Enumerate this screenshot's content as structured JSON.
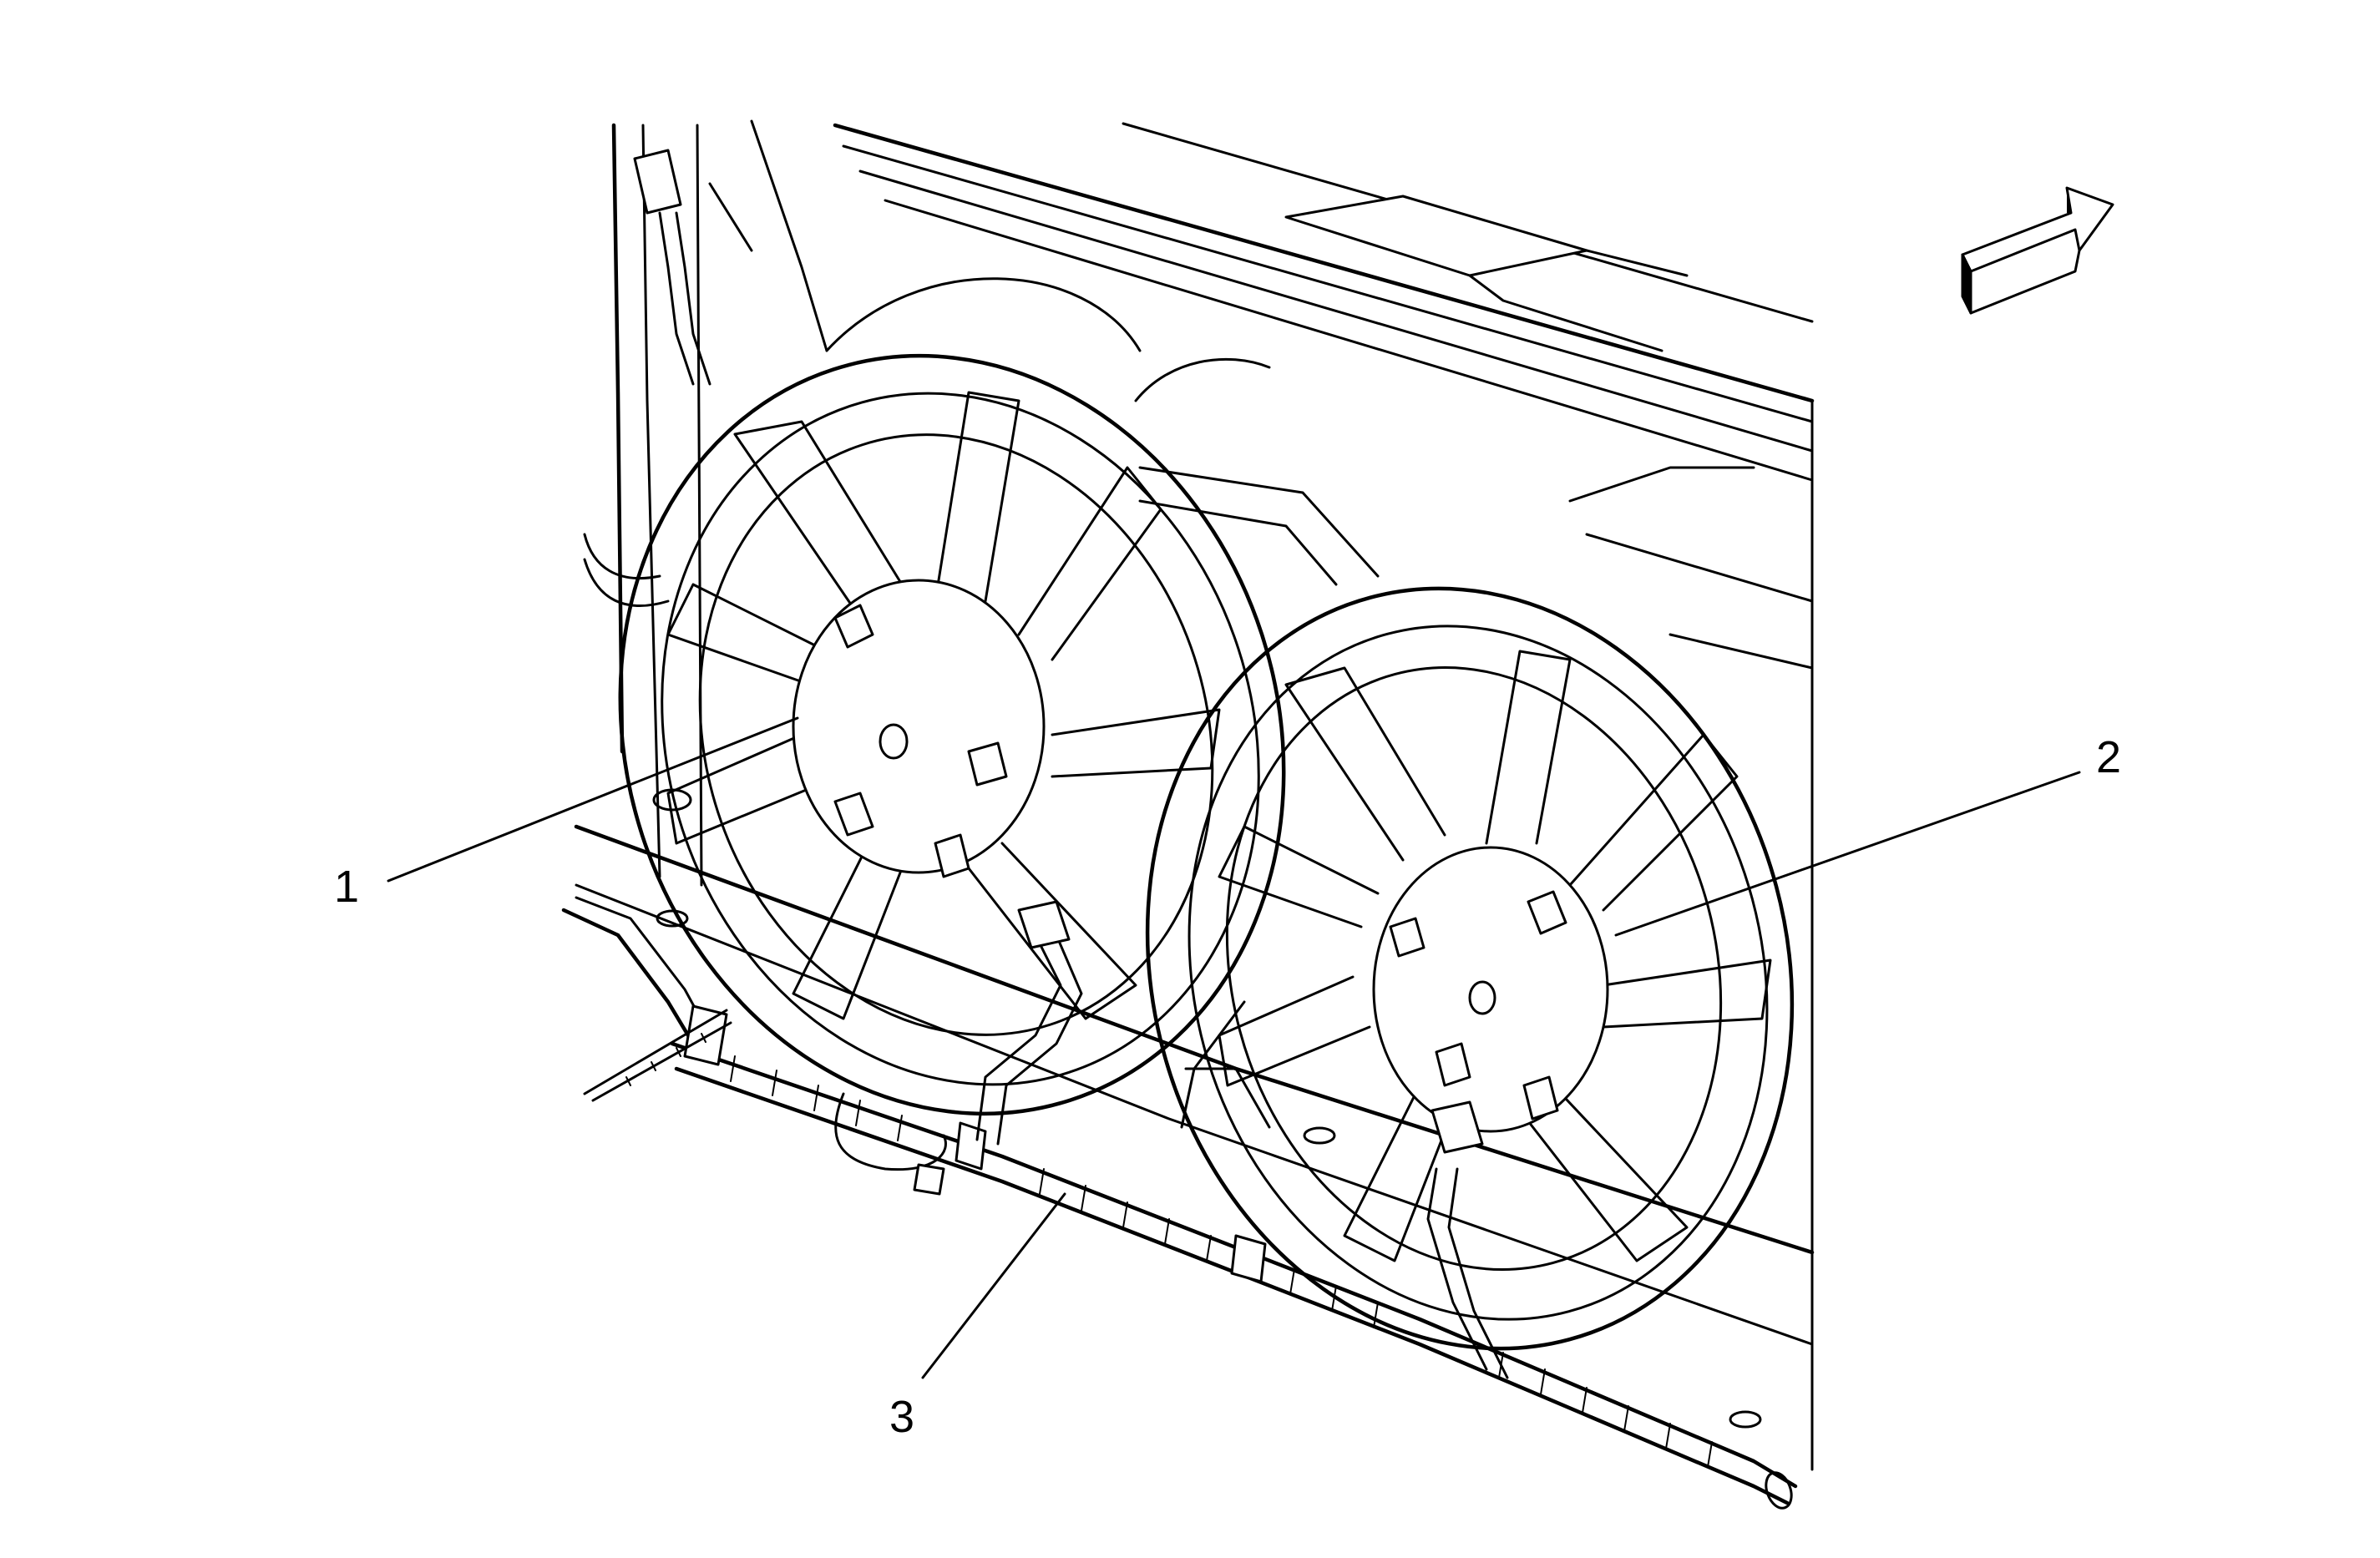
{
  "callouts": [
    {
      "id": "1",
      "label": "1"
    },
    {
      "id": "2",
      "label": "2"
    },
    {
      "id": "3",
      "label": "3"
    }
  ],
  "direction_arrow_icon": "forward-arrow-icon",
  "colors": {
    "line": "#000000",
    "background": "#ffffff"
  }
}
